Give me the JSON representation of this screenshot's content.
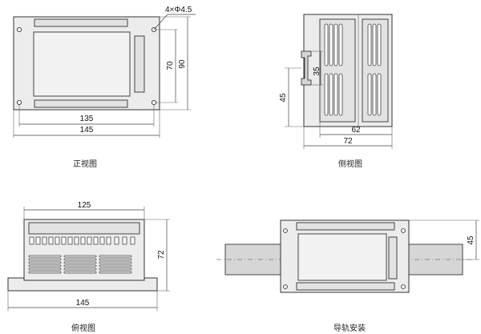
{
  "views": {
    "front": {
      "caption": "正视图",
      "dim_width_inner": "135",
      "dim_width_outer": "145",
      "dim_height_inner": "70",
      "dim_height_outer": "90",
      "hole_note": "4×Φ4.5"
    },
    "side": {
      "caption": "侧视图",
      "dim_rail": "35",
      "dim_height": "45",
      "dim_depth_inner": "62",
      "dim_depth_outer": "72"
    },
    "top": {
      "caption": "俯视图",
      "dim_width_inner": "125",
      "dim_width_outer": "145",
      "dim_depth": "72",
      "terminal_count": 16
    },
    "rail_mount": {
      "caption": "导轨安装",
      "dim_height": "45"
    }
  }
}
